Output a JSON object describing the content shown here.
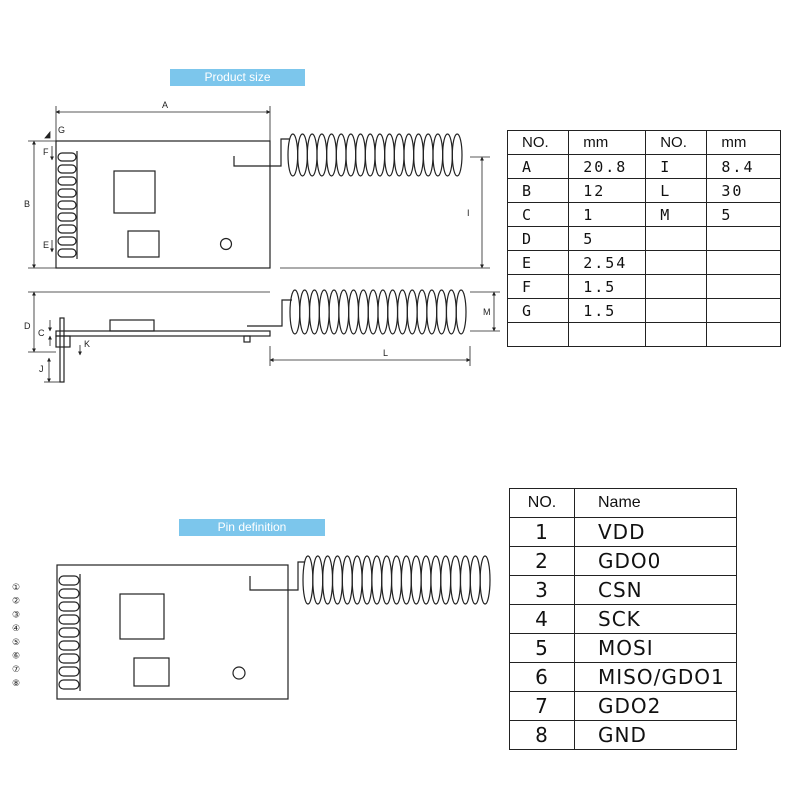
{
  "product_size": {
    "banner": "Product size",
    "dimension_labels": {
      "A": "A",
      "B": "B",
      "C": "C",
      "D": "D",
      "E": "E",
      "F": "F",
      "G": "G",
      "I": "I",
      "J": "J",
      "K": "K",
      "L": "L",
      "M": "M"
    },
    "table": {
      "headers": [
        "NO.",
        "mm",
        "NO.",
        "mm"
      ],
      "rows": [
        [
          "A",
          "20.8",
          "I",
          "8.4"
        ],
        [
          "B",
          "12",
          "L",
          "30"
        ],
        [
          "C",
          "1",
          "M",
          "5"
        ],
        [
          "D",
          "5",
          "",
          ""
        ],
        [
          "E",
          "2.54",
          "",
          ""
        ],
        [
          "F",
          "1.5",
          "",
          ""
        ],
        [
          "G",
          "1.5",
          "",
          ""
        ],
        [
          "",
          "",
          "",
          ""
        ]
      ]
    }
  },
  "pin_definition": {
    "banner": "Pin definition",
    "pin_markers": [
      "①",
      "②",
      "③",
      "④",
      "⑤",
      "⑥",
      "⑦",
      "⑧"
    ],
    "table": {
      "headers": [
        "NO.",
        "Name"
      ],
      "rows": [
        [
          "1",
          "VDD"
        ],
        [
          "2",
          "GDO0"
        ],
        [
          "3",
          "CSN"
        ],
        [
          "4",
          "SCK"
        ],
        [
          "5",
          "MOSI"
        ],
        [
          "6",
          "MISO/GDO1"
        ],
        [
          "7",
          "GDO2"
        ],
        [
          "8",
          "GND"
        ]
      ]
    }
  }
}
